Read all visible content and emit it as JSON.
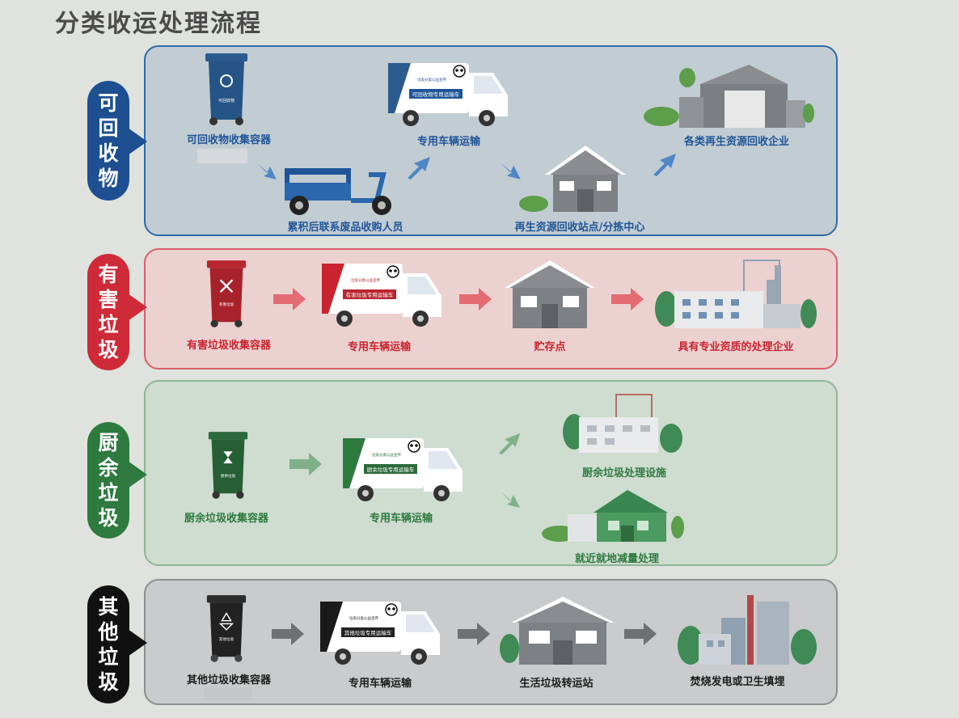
{
  "title": "分类收运处理流程",
  "categories": {
    "recyclable": {
      "tag": [
        "可",
        "回",
        "收",
        "物"
      ],
      "color": "#1d4f91",
      "labels": {
        "bin": "可回收物收集容器",
        "collector": "累积后联系废品收购人员",
        "truck": "专用车辆运输",
        "station": "再生资源回收站点/分拣中心",
        "enterprise": "各类再生资源回收企业"
      },
      "truck_sign": "可回收物专用运输车",
      "truck_small": "垃圾分类公益宣传",
      "bin_text": "可回收物"
    },
    "hazardous": {
      "tag": [
        "有",
        "害",
        "垃",
        "圾"
      ],
      "color": "#cf2a37",
      "labels": {
        "bin": "有害垃圾收集容器",
        "truck": "专用车辆运输",
        "storage": "贮存点",
        "enterprise": "具有专业资质的处理企业"
      },
      "truck_sign": "有害垃圾专用运输车",
      "truck_small": "垃圾分类公益宣传",
      "bin_text": "有害垃圾"
    },
    "kitchen": {
      "tag": [
        "厨",
        "余",
        "垃",
        "圾"
      ],
      "color": "#2e7a3f",
      "labels": {
        "bin": "厨余垃圾收集容器",
        "truck": "专用车辆运输",
        "facility": "厨余垃圾处理设施",
        "local": "就近就地减量处理"
      },
      "truck_sign": "厨余垃圾专用运输车",
      "truck_small": "垃圾分类公益宣传",
      "bin_text": "厨余垃圾"
    },
    "other": {
      "tag": [
        "其",
        "他",
        "垃",
        "圾"
      ],
      "color": "#111111",
      "labels": {
        "bin": "其他垃圾收集容器",
        "truck": "专用车辆运输",
        "transfer": "生活垃圾转运站",
        "final": "焚烧发电或卫生填埋"
      },
      "truck_sign": "其他垃圾专用运输车",
      "truck_small": "垃圾分类公益宣传",
      "bin_text": "其他垃圾"
    }
  }
}
